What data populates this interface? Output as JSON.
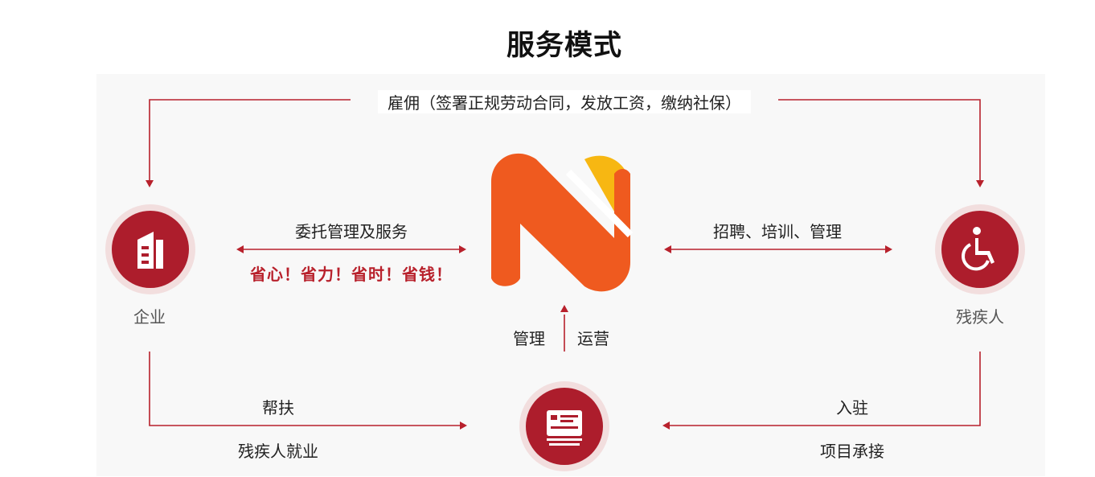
{
  "title": "服务模式",
  "edges": {
    "hire": "雇佣（签署正规劳动合同，发放工资，缴纳社保）",
    "entrust": "委托管理及服务",
    "benefits": "省心！省力！省时！省钱！",
    "recruit": "招聘、培训、管理",
    "manage": "管理",
    "operate": "运营",
    "support": "帮扶",
    "employment": "残疾人就业",
    "settle": "入驻",
    "project": "项目承接"
  },
  "nodes": {
    "enterprise": "企业",
    "disabled": "残疾人"
  },
  "colors": {
    "accent_red": "#ad1d2c",
    "logo_orange": "#ef5a1f",
    "logo_yellow": "#f7b712",
    "line_red": "#b8212c"
  }
}
